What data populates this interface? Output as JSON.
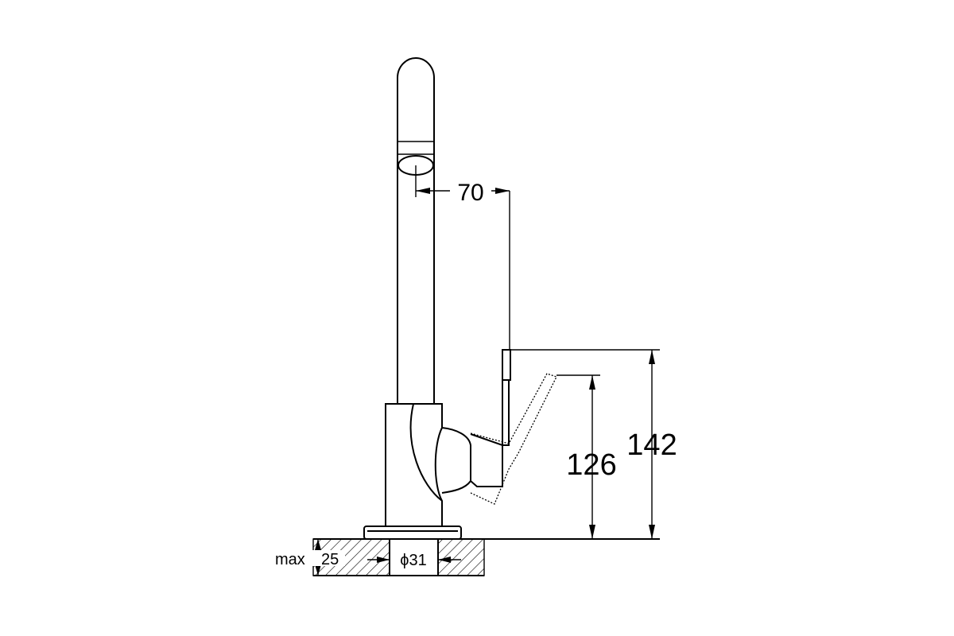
{
  "dimensions": {
    "spout_reach": "70",
    "handle_height": "126",
    "total_height": "142",
    "max_deck_thickness_prefix": "max",
    "max_deck_thickness": "25",
    "hole_diameter": "ϕ31"
  }
}
